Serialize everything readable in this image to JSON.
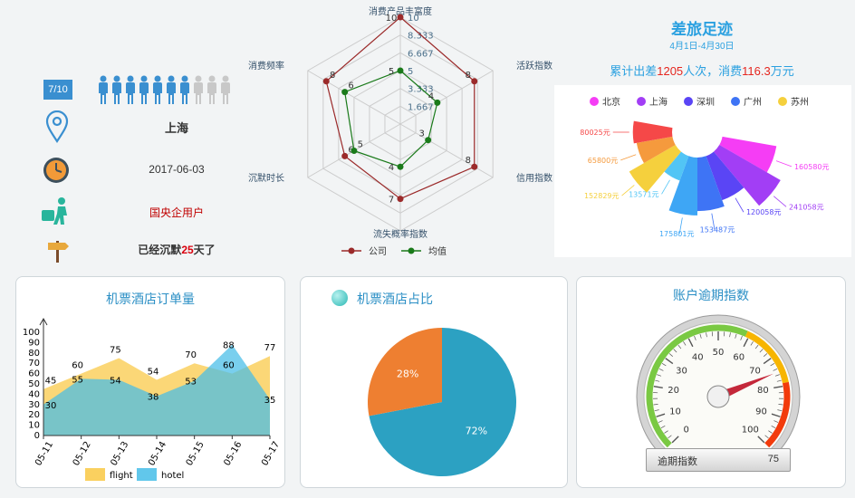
{
  "profile": {
    "rank_badge": "7/10",
    "rank_filled": 7,
    "rank_total": 10,
    "location": "上海",
    "date": "2017-06-03",
    "user_type": "国央企用户",
    "dormant_prefix": "已经沉默",
    "dormant_days": "25",
    "dormant_suffix": "天了",
    "icons": [
      "people-icon",
      "location-pin-icon",
      "clock-icon",
      "traveler-luggage-icon",
      "signpost-icon"
    ],
    "colors": {
      "badge": "#3a8fd0",
      "icon_blue": "#3a8fd0",
      "dormant_red": "#d9000d",
      "user_type_red": "#c00000"
    }
  },
  "radar": {
    "type": "radar",
    "axes": [
      "消费产品丰富度",
      "活跃指数",
      "信用指数",
      "流失概率指数",
      "沉默时长",
      "消费频率"
    ],
    "ticks": [
      "10",
      "8.333",
      "6.667",
      "5",
      "3.333",
      "1.667"
    ],
    "series": [
      {
        "name": "公司",
        "values": [
          10,
          8,
          8,
          7,
          6,
          8
        ],
        "color": "#9b2a2a"
      },
      {
        "name": "均值",
        "values": [
          5,
          4,
          3,
          4,
          5,
          6
        ],
        "color": "#1a7a1a"
      }
    ],
    "rmax": 10
  },
  "travel": {
    "title": "差旅足迹",
    "subtitle": "4月1日-4月30日",
    "summary_prefix": "累计出差",
    "summary_count": "1205",
    "summary_mid": "人次，消费",
    "summary_amount": "116.3",
    "summary_suffix": "万元",
    "legend": [
      {
        "name": "北京",
        "color": "#f53df5"
      },
      {
        "name": "上海",
        "color": "#a23ef5"
      },
      {
        "name": "深圳",
        "color": "#5a45f5"
      },
      {
        "name": "广州",
        "color": "#3e74f5"
      },
      {
        "name": "苏州",
        "color": "#f5d03d"
      }
    ]
  },
  "chart_data": [
    {
      "type": "pie",
      "subtype": "rose",
      "categories": [
        "北京",
        "上海",
        "深圳",
        "广州",
        "",
        "",
        "苏州",
        "",
        ""
      ],
      "values": [
        160580,
        241058,
        120058,
        153487,
        175801,
        13571,
        152829,
        65800,
        80025
      ],
      "labels": [
        "160580元",
        "241058元",
        "120058元",
        "153487元",
        "175801元",
        "13571元",
        "152829元",
        "65800元",
        "80025元"
      ],
      "colors": [
        "#f53df5",
        "#a23ef5",
        "#5a45f5",
        "#3e74f5",
        "#3ea6f5",
        "#52c5f5",
        "#f5d03d",
        "#f59a3d",
        "#f54848"
      ]
    },
    {
      "type": "area",
      "title": "机票酒店订单量",
      "categories": [
        "05-11",
        "05-12",
        "05-13",
        "05-14",
        "05-15",
        "05-16",
        "05-17"
      ],
      "series": [
        {
          "name": "flight",
          "values": [
            45,
            60,
            75,
            54,
            70,
            60,
            77
          ],
          "labels": [
            "45",
            "60",
            "75",
            "54",
            "70",
            "60",
            "77"
          ],
          "color": "#f9c843"
        },
        {
          "name": "hotel",
          "values": [
            30,
            55,
            54,
            38,
            53,
            88,
            35
          ],
          "labels": [
            "30",
            "55",
            "54",
            "38",
            "53",
            "88",
            "35"
          ],
          "color": "#45bde8"
        }
      ],
      "y_ticks": [
        "0",
        "10",
        "20",
        "30",
        "40",
        "50",
        "60",
        "70",
        "80",
        "90",
        "100"
      ],
      "ylim": [
        0,
        100
      ]
    },
    {
      "type": "pie",
      "title": "机票酒店占比",
      "values": [
        72,
        28
      ],
      "labels": [
        "72%",
        "28%"
      ],
      "colors": [
        "#2ca1c2",
        "#ee7f31"
      ]
    },
    {
      "type": "gauge",
      "title": "账户逾期指数",
      "value": 75,
      "min": 0,
      "max": 100,
      "tick_labels": [
        "0",
        "10",
        "20",
        "30",
        "40",
        "50",
        "60",
        "70",
        "80",
        "90",
        "100"
      ],
      "readout_label": "逾期指数",
      "readout_value": "75"
    }
  ]
}
